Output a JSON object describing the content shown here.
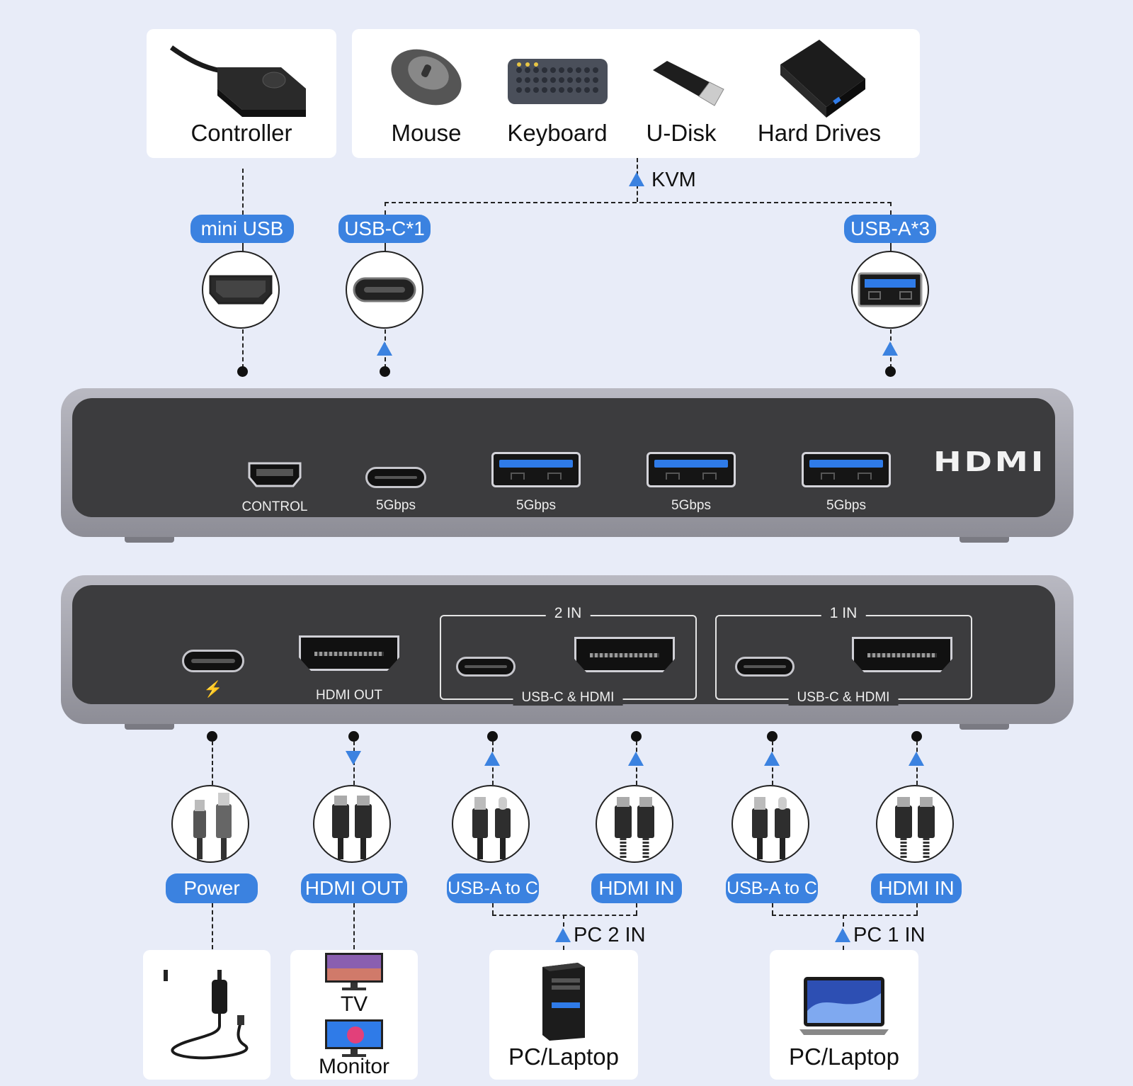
{
  "top_devices": {
    "controller": "Controller",
    "mouse": "Mouse",
    "keyboard": "Keyboard",
    "udisk": "U-Disk",
    "hard_drives": "Hard Drives"
  },
  "kvm_label": "KVM",
  "top_ports": {
    "mini_usb": "mini USB",
    "usb_c": "USB-C*1",
    "usb_a": "USB-A*3"
  },
  "front_panel": {
    "control": "CONTROL",
    "speed1": "5Gbps",
    "speed2": "5Gbps",
    "speed3": "5Gbps",
    "speed4": "5Gbps",
    "brand": "HDMI"
  },
  "rear_panel": {
    "power_symbol": "⚡",
    "hdmi_out": "HDMI OUT",
    "in2_title": "2 IN",
    "in2_sub": "USB-C & HDMI",
    "in1_title": "1 IN",
    "in1_sub": "USB-C & HDMI"
  },
  "bottom_cables": {
    "power": "Power",
    "hdmi_out": "HDMI OUT",
    "usba_c_2": "USB-A to C",
    "hdmi_in_2": "HDMI IN",
    "usba_c_1": "USB-A to C",
    "hdmi_in_1": "HDMI IN"
  },
  "pc_labels": {
    "pc2": "PC 2 IN",
    "pc1": "PC 1 IN"
  },
  "bottom_devices": {
    "tv": "TV",
    "monitor": "Monitor",
    "pc_laptop_2": "PC/Laptop",
    "pc_laptop_1": "PC/Laptop"
  },
  "colors": {
    "accent": "#3b82e0",
    "background": "#e8ecf8",
    "device_face": "#3c3c3e"
  }
}
